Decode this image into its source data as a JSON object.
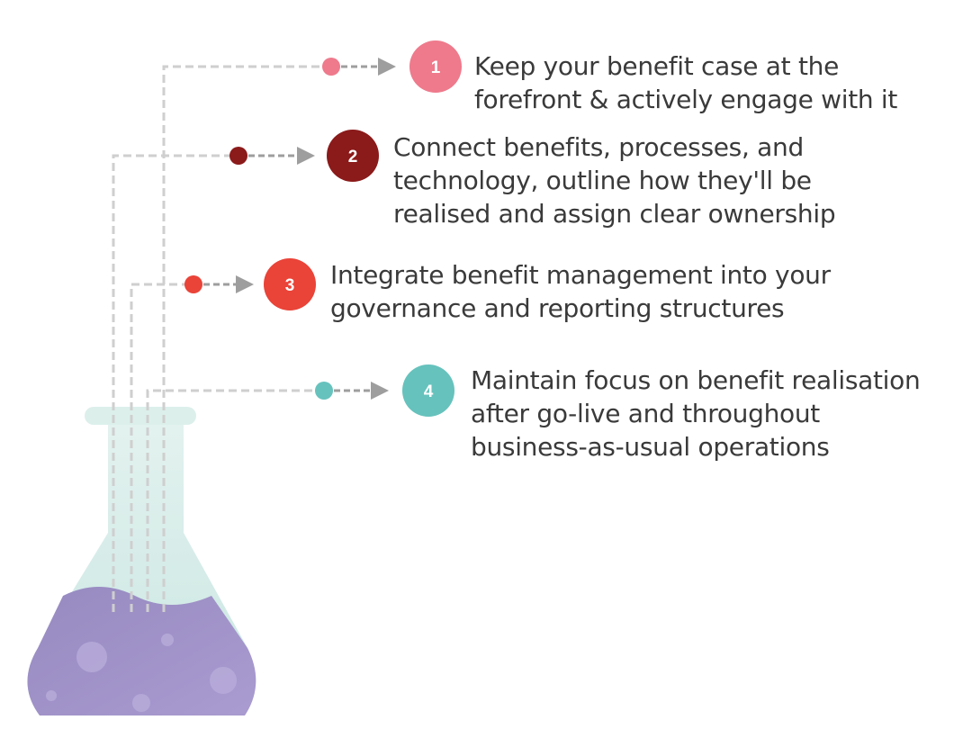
{
  "colors": {
    "connector": "#cfcfcf",
    "arrow": "#9e9e9e",
    "text": "#3a3a3a",
    "flask_glass": "#cfe8e4",
    "flask_rim": "#dcefeb",
    "liquid_top": "#9c8fc3",
    "liquid_bottom": "#a596cc",
    "bubble": "#b9aedb"
  },
  "steps": [
    {
      "number": "1",
      "color": "#ee7a8c",
      "lines": [
        "Keep your benefit case at the",
        "forefront & actively engage with it"
      ]
    },
    {
      "number": "2",
      "color": "#8b1a1a",
      "lines": [
        "Connect benefits, processes, and",
        "technology, outline how they'll be",
        "realised and assign clear ownership"
      ]
    },
    {
      "number": "3",
      "color": "#ea4338",
      "lines": [
        "Integrate benefit management into your",
        "governance and reporting structures"
      ]
    },
    {
      "number": "4",
      "color": "#66c2bd",
      "lines": [
        "Maintain focus on benefit realisation",
        "after go-live and throughout",
        "business-as-usual operations"
      ]
    }
  ]
}
